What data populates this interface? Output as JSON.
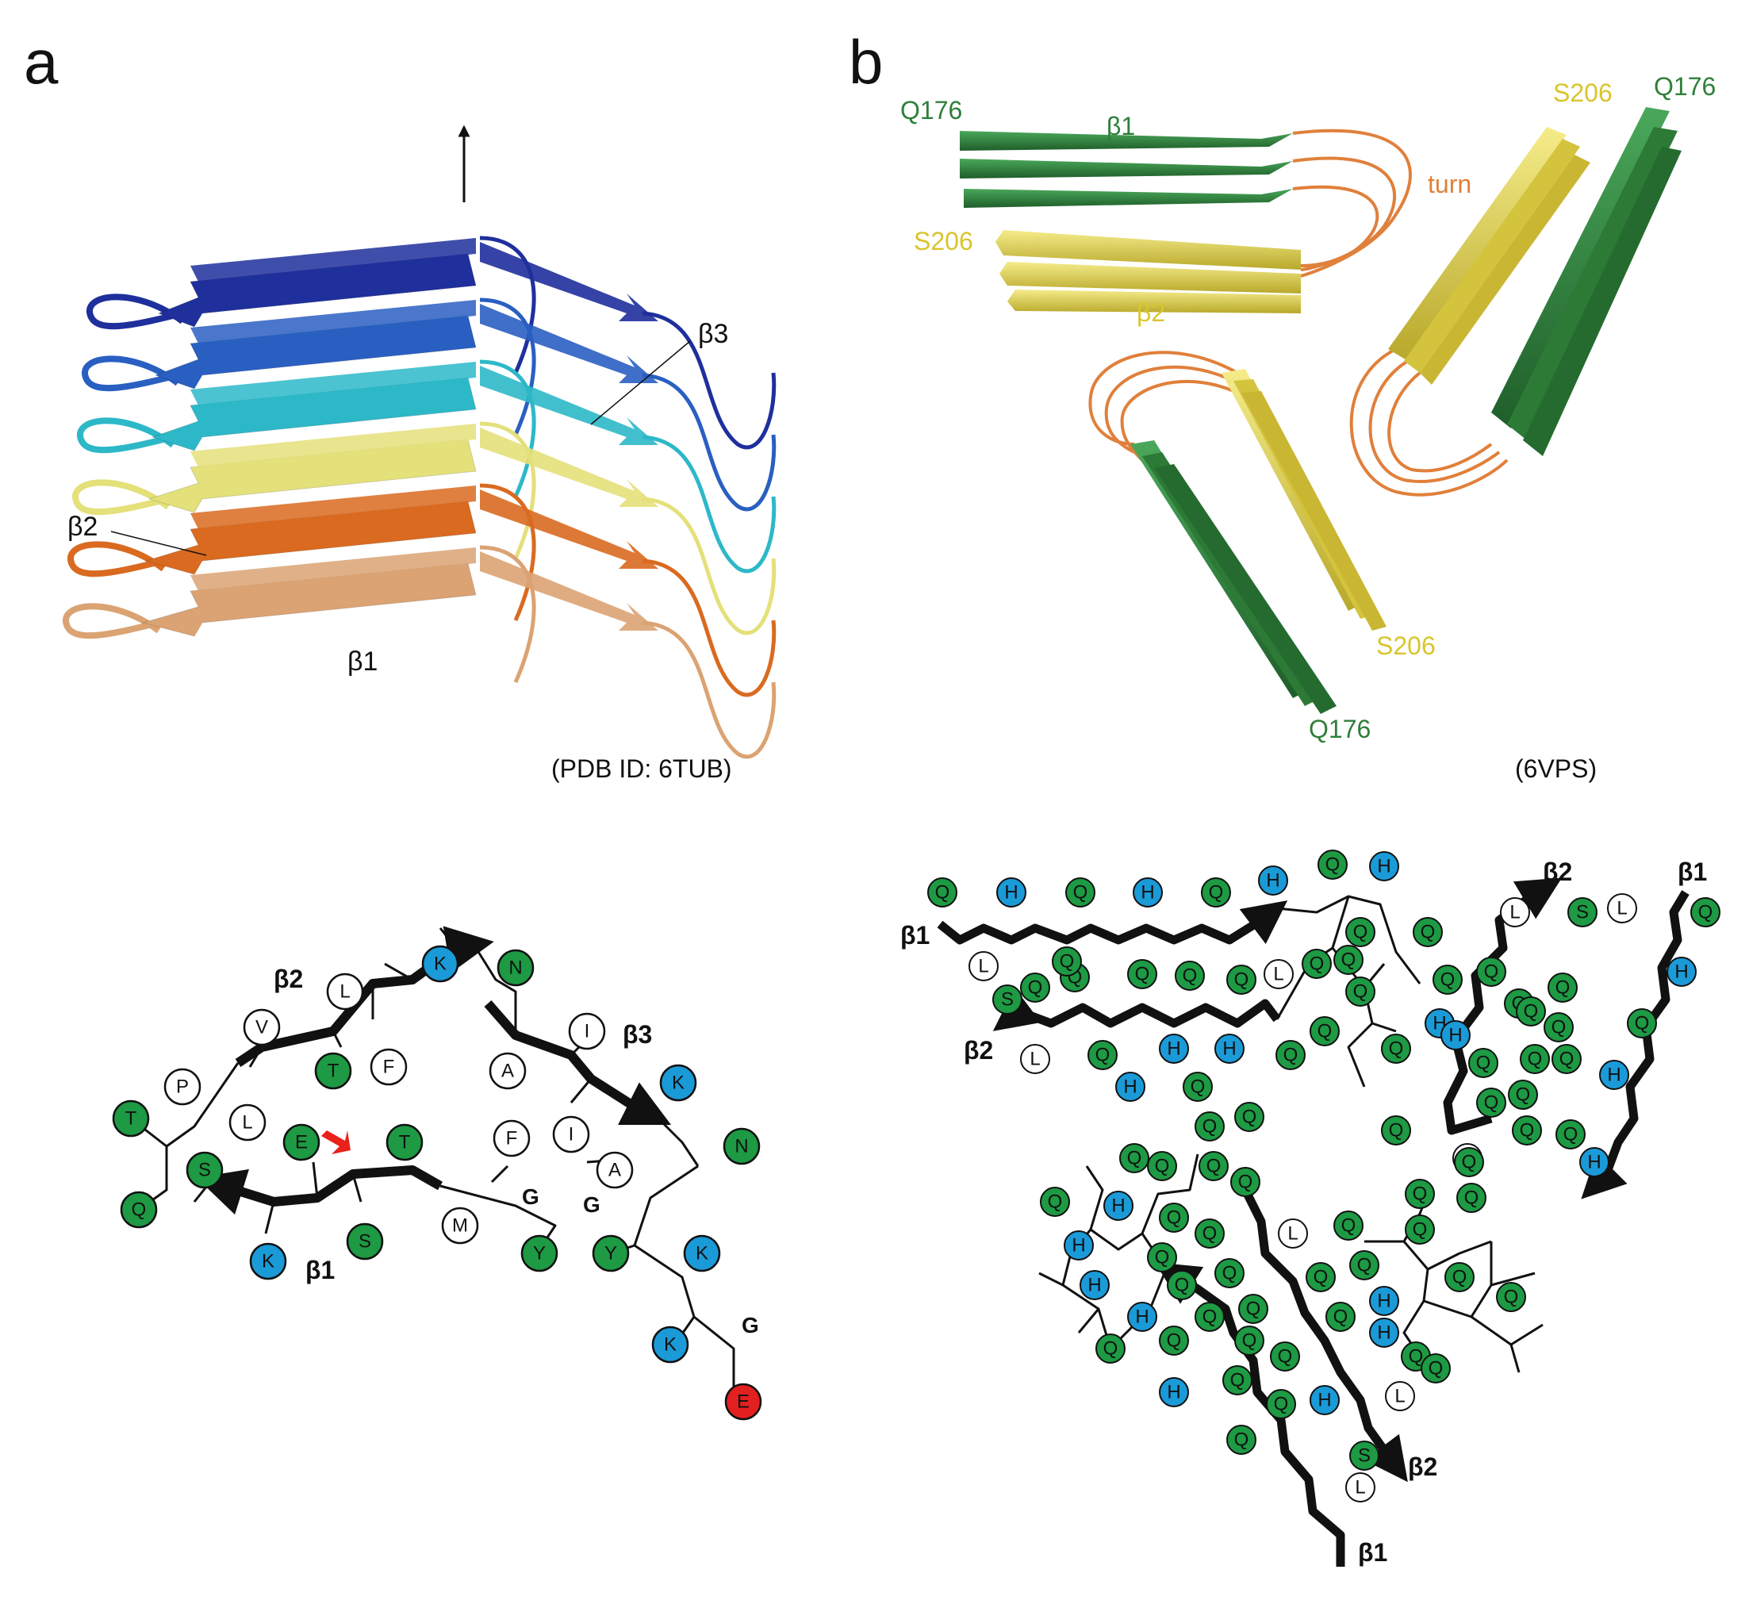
{
  "panels": {
    "a": {
      "letter": "a",
      "pdb_caption": "(PDB ID: 6TUB)",
      "structure_labels": {
        "beta1": "β1",
        "beta2": "β2",
        "beta3": "β3"
      },
      "layer_colors": [
        "#1f2f9c",
        "#2a5fc2",
        "#2db8c8",
        "#e4e07a",
        "#d96a20",
        "#dba373"
      ],
      "topology": {
        "labels": {
          "beta1": "β1",
          "beta2": "β2",
          "beta3": "β3"
        },
        "small_labels": [
          "G",
          "G",
          "G"
        ],
        "residues": [
          {
            "aa": "Q",
            "type": "polar"
          },
          {
            "aa": "T",
            "type": "polar"
          },
          {
            "aa": "P",
            "type": "hydrophobic"
          },
          {
            "aa": "V",
            "type": "hydrophobic"
          },
          {
            "aa": "L",
            "type": "hydrophobic"
          },
          {
            "aa": "K",
            "type": "basic"
          },
          {
            "aa": "N",
            "type": "polar"
          },
          {
            "aa": "I",
            "type": "hydrophobic"
          },
          {
            "aa": "K",
            "type": "basic"
          },
          {
            "aa": "N",
            "type": "polar"
          },
          {
            "aa": "A",
            "type": "hydrophobic"
          },
          {
            "aa": "Y",
            "type": "polar"
          },
          {
            "aa": "K",
            "type": "basic"
          },
          {
            "aa": "K",
            "type": "basic"
          },
          {
            "aa": "E",
            "type": "acidic"
          },
          {
            "aa": "S",
            "type": "polar"
          },
          {
            "aa": "L",
            "type": "hydrophobic"
          },
          {
            "aa": "T",
            "type": "polar"
          },
          {
            "aa": "F",
            "type": "hydrophobic"
          },
          {
            "aa": "A",
            "type": "hydrophobic"
          },
          {
            "aa": "I",
            "type": "hydrophobic"
          },
          {
            "aa": "E",
            "type": "polar"
          },
          {
            "aa": "K",
            "type": "basic"
          },
          {
            "aa": "S",
            "type": "polar"
          },
          {
            "aa": "T",
            "type": "polar"
          },
          {
            "aa": "M",
            "type": "hydrophobic"
          },
          {
            "aa": "F",
            "type": "hydrophobic"
          },
          {
            "aa": "Y",
            "type": "polar"
          }
        ]
      }
    },
    "b": {
      "letter": "b",
      "pdb_caption": "(6VPS)",
      "structure_labels": {
        "q176": "Q176",
        "s206": "S206",
        "beta1": "β1",
        "beta2": "β2",
        "turn": "turn"
      },
      "topology": {
        "labels": {
          "beta1": "β1",
          "beta2": "β2"
        },
        "residues": [
          "Q",
          "H",
          "Q",
          "H",
          "Q",
          "H",
          "Q",
          "H",
          "L",
          "Q",
          "Q",
          "Q",
          "Q",
          "Q",
          "Q",
          "Q",
          "Q",
          "Q",
          "Q",
          "S",
          "L",
          "Q",
          "H",
          "H",
          "Q",
          "L",
          "Q",
          "Q",
          "Q",
          "Q",
          "H",
          "L",
          "S",
          "L",
          "Q",
          "Q",
          "H",
          "Q",
          "Q",
          "Q",
          "Q",
          "Q",
          "Q",
          "H",
          "Q",
          "H",
          "Q",
          "Q",
          "Q",
          "Q",
          "Q",
          "Q",
          "L",
          "Q",
          "H",
          "H",
          "Q",
          "Q",
          "Q",
          "Q",
          "Q",
          "Q",
          "Q",
          "Q",
          "H",
          "Q",
          "Q",
          "L",
          "H",
          "Q",
          "Q",
          "H",
          "Q",
          "Q",
          "H",
          "Q",
          "Q",
          "Q",
          "Q",
          "Q",
          "Q",
          "H",
          "Q",
          "Q",
          "L",
          "H",
          "Q",
          "S",
          "L",
          "Q",
          "Q",
          "Q",
          "Q",
          "Q",
          "Q",
          "H",
          "Q",
          "Q",
          "H",
          "Q",
          "Q"
        ]
      }
    }
  },
  "colors": {
    "polar": "#1d9a43",
    "basic": "#1b9ad8",
    "hydrophobic": "#ffffff",
    "acidic": "#e32020",
    "green_strand": "#2f7f3a",
    "yellow_strand": "#e6d64a",
    "turn": "#e0803b",
    "arrow_red": "#e8211b"
  }
}
